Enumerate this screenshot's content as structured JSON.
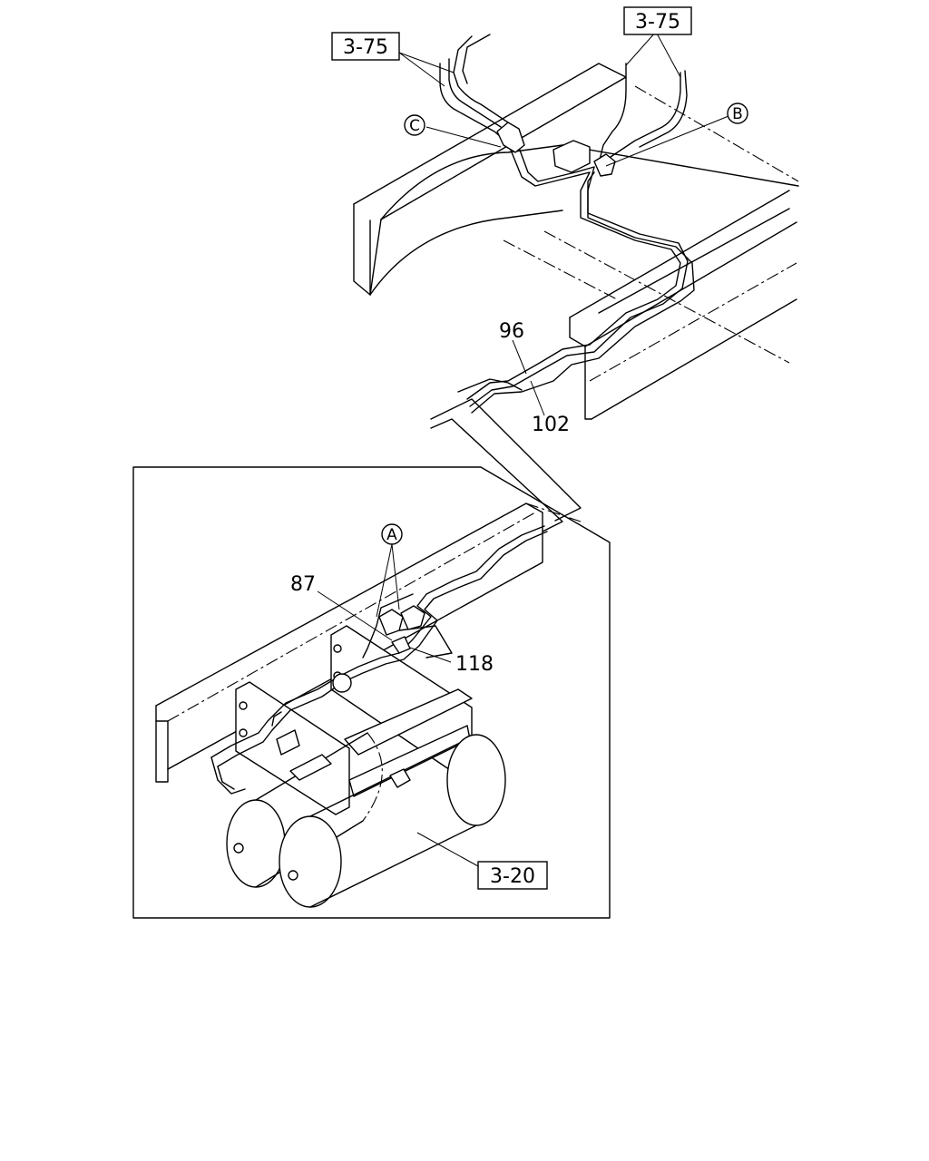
{
  "diagram": {
    "ref_boxes": {
      "ref_left": "3-75",
      "ref_right": "3-75",
      "ref_bottom": "3-20"
    },
    "part_numbers": {
      "p96": "96",
      "p102": "102",
      "p87": "87",
      "p118": "118"
    },
    "callouts": {
      "c": "C",
      "b": "B",
      "a": "A"
    }
  }
}
